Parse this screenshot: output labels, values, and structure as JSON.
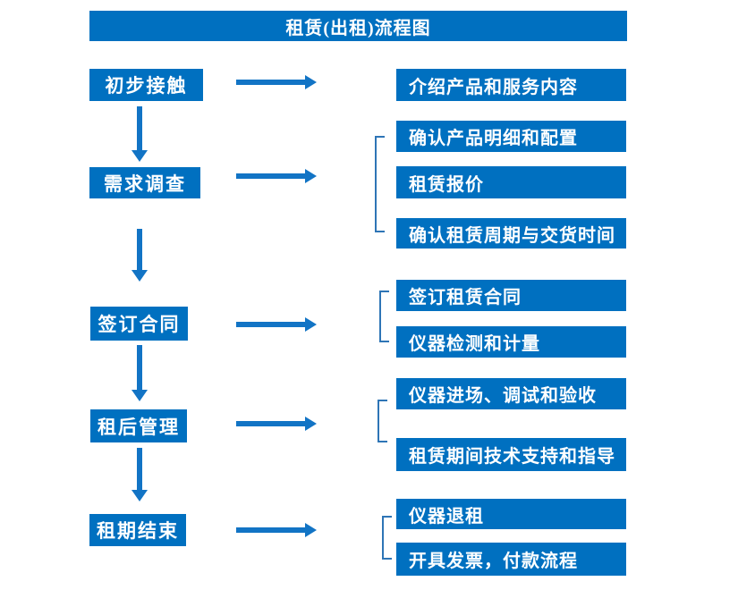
{
  "title": "租赁(出租)流程图",
  "colors": {
    "box_fill": "#0070c0",
    "arrow": "#1274c5",
    "bracket": "#2e75b6",
    "text": "#ffffff",
    "background": "#ffffff"
  },
  "steps": [
    {
      "id": "initial-contact",
      "label": "初步接触"
    },
    {
      "id": "demand-survey",
      "label": "需求调查"
    },
    {
      "id": "sign-contract",
      "label": "签订合同"
    },
    {
      "id": "post-rental-management",
      "label": "租后管理"
    },
    {
      "id": "rental-end",
      "label": "租期结束"
    }
  ],
  "details": [
    {
      "parent_step": "初步接触",
      "label": "介绍产品和服务内容"
    },
    {
      "parent_step": "需求调查",
      "label": "确认产品明细和配置"
    },
    {
      "parent_step": "需求调查",
      "label": "租赁报价"
    },
    {
      "parent_step": "需求调查",
      "label": "确认租赁周期与交货时间"
    },
    {
      "parent_step": "签订合同",
      "label": "签订租赁合同"
    },
    {
      "parent_step": "签订合同",
      "label": "仪器检测和计量"
    },
    {
      "parent_step": "租后管理",
      "label": "仪器进场、调试和验收"
    },
    {
      "parent_step": "租后管理",
      "label": "租赁期间技术支持和指导"
    },
    {
      "parent_step": "租期结束",
      "label": "仪器退租"
    },
    {
      "parent_step": "租期结束",
      "label": "开具发票，付款流程"
    }
  ]
}
